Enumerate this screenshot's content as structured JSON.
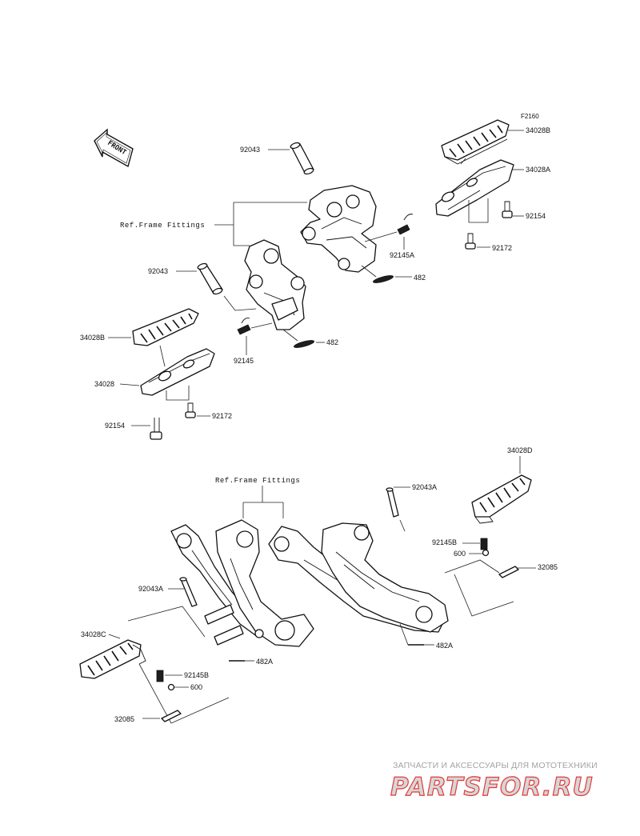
{
  "figure_code": "F2160",
  "front_marker": "FRONT",
  "ref_frame_label": "Ref.Frame Fittings",
  "labels": {
    "p92043_top": "92043",
    "p34028B_top": "34028B",
    "p34028A": "34028A",
    "p92154_right": "92154",
    "p92172_right": "92172",
    "p92145A": "92145A",
    "p482_top": "482",
    "p92043_mid": "92043",
    "p34028B_left": "34028B",
    "p92145": "92145",
    "p482_mid": "482",
    "p34028": "34028",
    "p92172_left": "92172",
    "p92154_left": "92154",
    "p34028D": "34028D",
    "p92043A_right": "92043A",
    "p92145B_right": "92145B",
    "p600_right": "600",
    "p32085_right": "32085",
    "p482A_right": "482A",
    "p92043A_left": "92043A",
    "p34028C": "34028C",
    "p482A_left": "482A",
    "p92145B_left": "92145B",
    "p600_left": "600",
    "p32085_left": "32085"
  },
  "watermark": {
    "tagline": "ЗАПЧАСТИ И АКСЕССУАРЫ ДЛЯ МОТОТЕХНИКИ",
    "logo": "PARTSFOR.RU",
    "logo_color": "#e33a3a"
  }
}
